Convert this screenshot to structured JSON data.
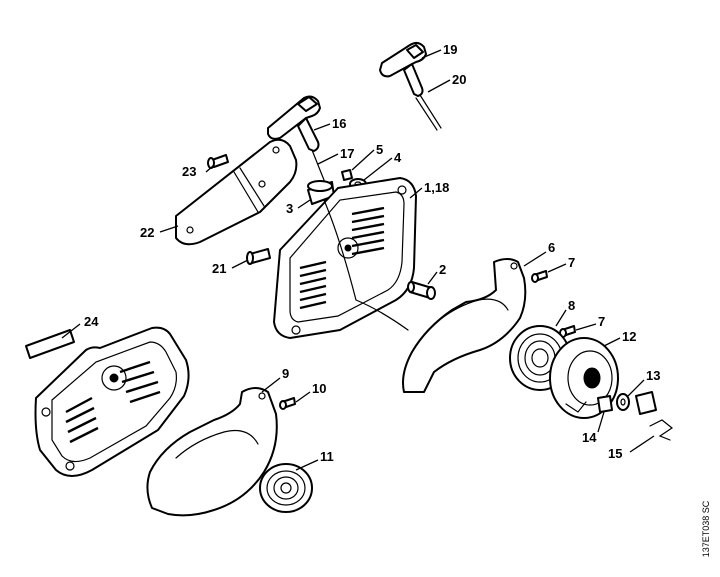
{
  "callouts": {
    "c1_18": "1,18",
    "c2": "2",
    "c3": "3",
    "c4": "4",
    "c5": "5",
    "c6": "6",
    "c7a": "7",
    "c7b": "7",
    "c8": "8",
    "c9": "9",
    "c10": "10",
    "c11": "11",
    "c12": "12",
    "c13": "13",
    "c14": "14",
    "c15": "15",
    "c16": "16",
    "c17": "17",
    "c19": "19",
    "c20": "20",
    "c21": "21",
    "c22": "22",
    "c23": "23",
    "c24": "24"
  },
  "reference_code": "137ET038 SC"
}
